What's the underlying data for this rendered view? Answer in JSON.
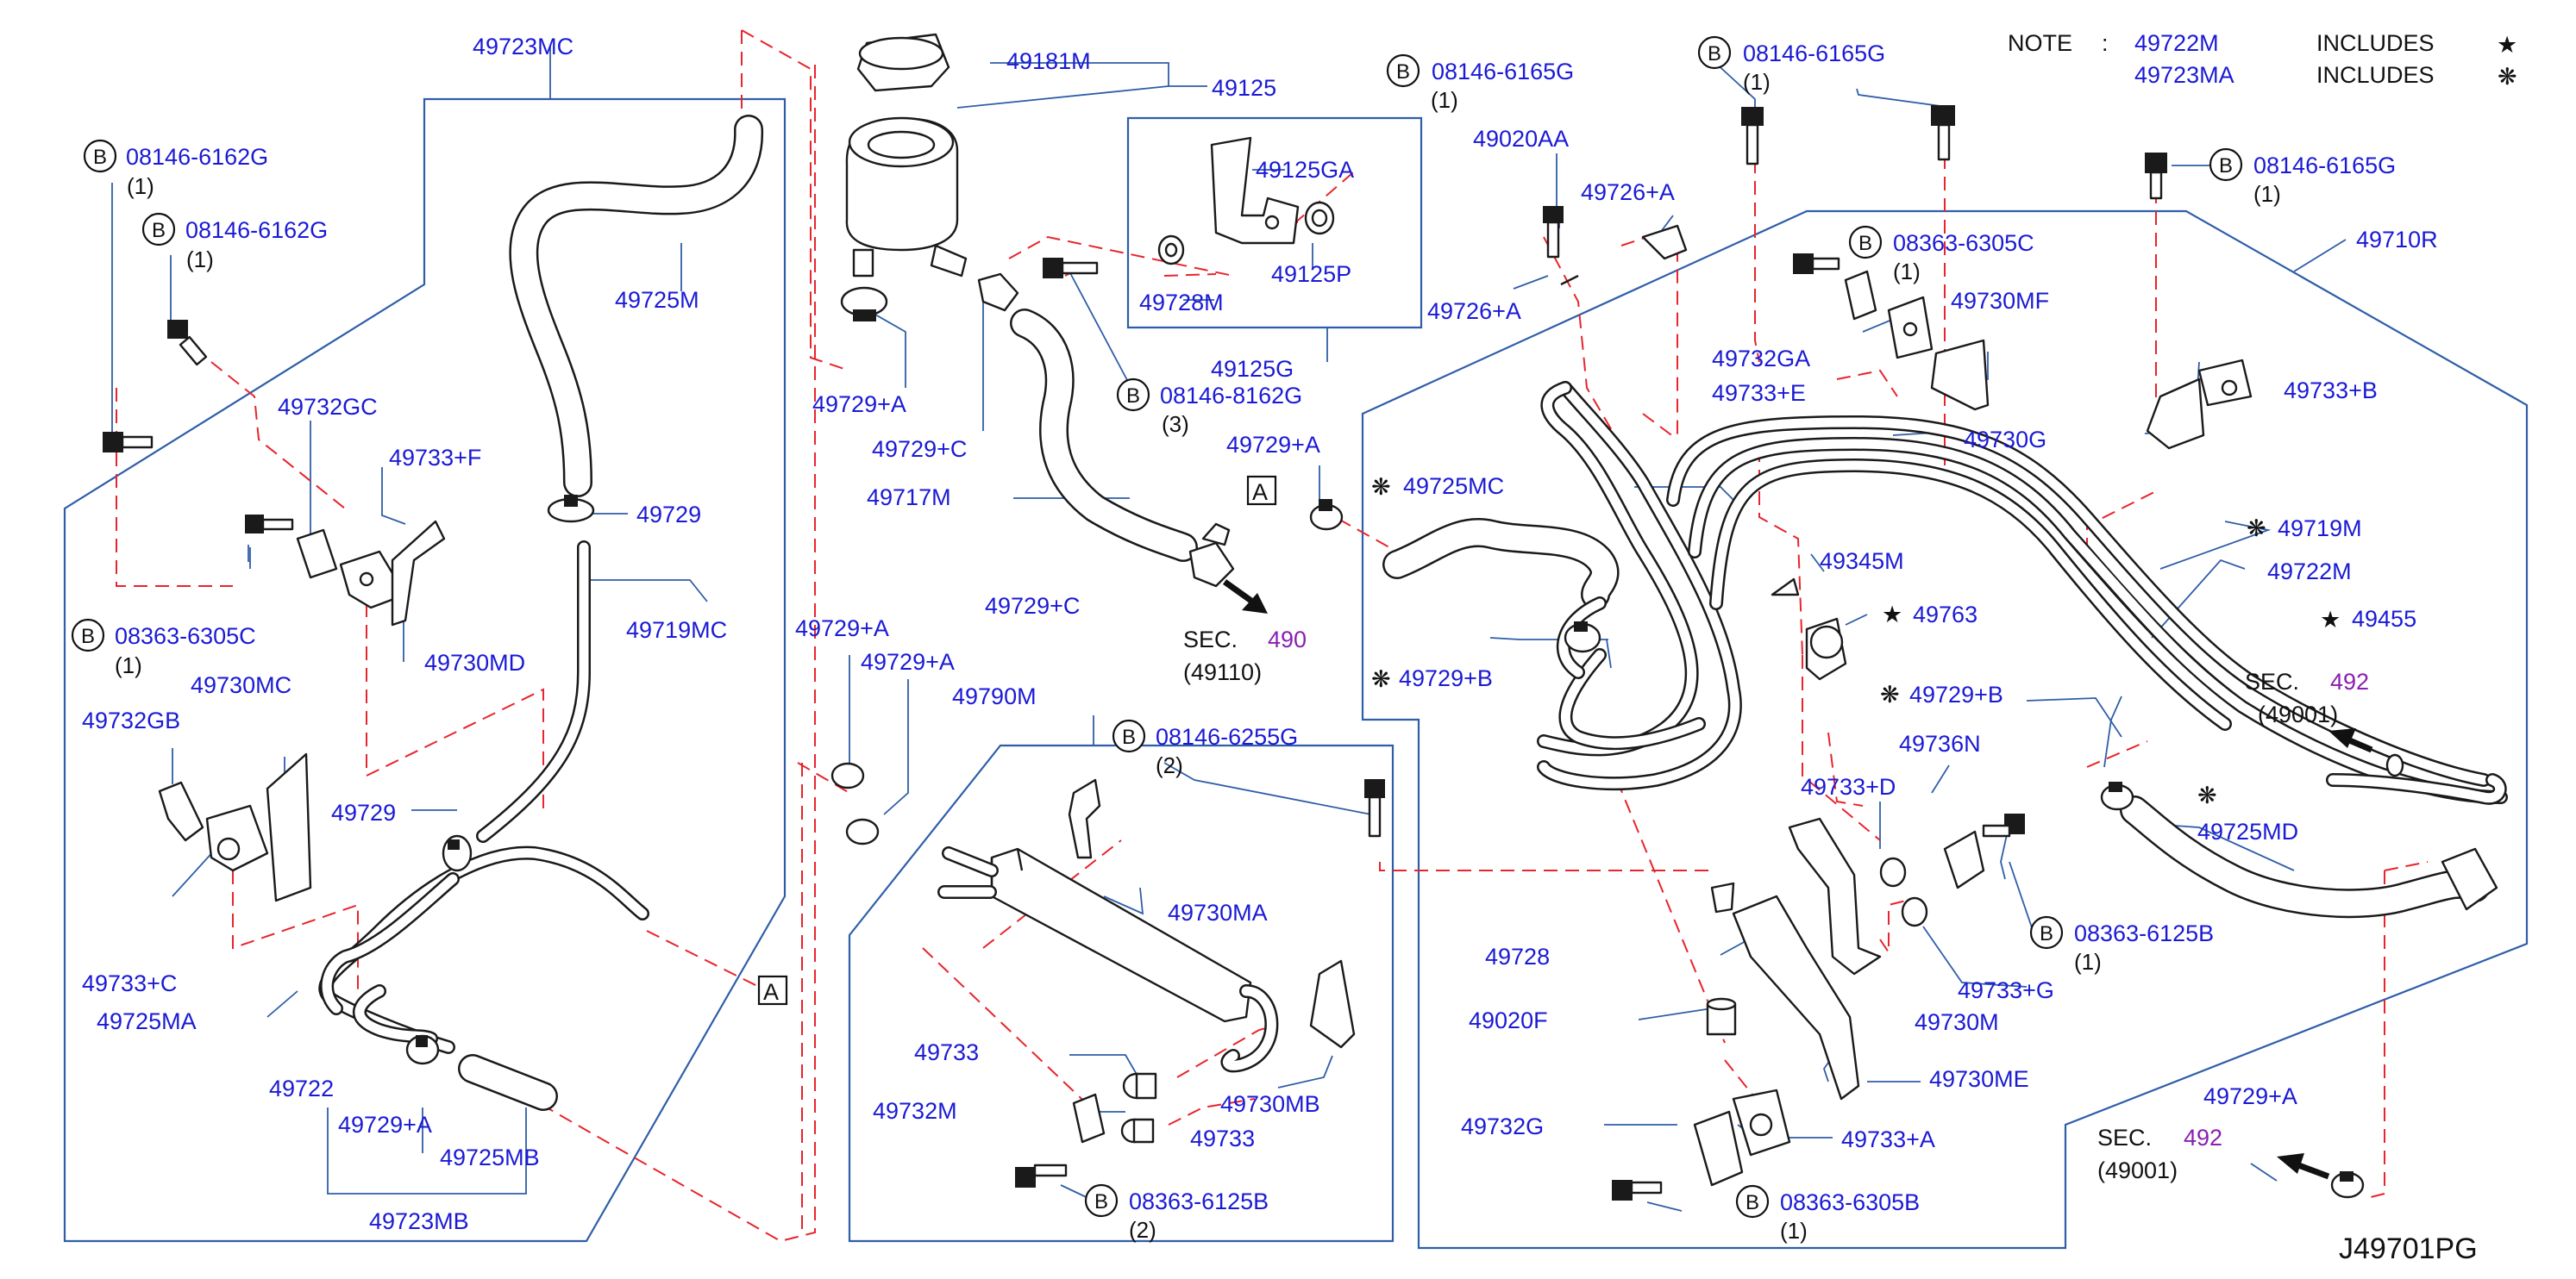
{
  "note": {
    "label": "NOTE",
    "colon": ":",
    "line1_part": "49722M",
    "line1_text": "INCLUDES",
    "line1_symbol": "★",
    "line2_part": "49723MA",
    "line2_text": "INCLUDES",
    "line2_symbol": "❋"
  },
  "symbols": {
    "bolt_prefix": "B",
    "star": "★",
    "asterism": "❋",
    "view_ref": "A"
  },
  "labels": {
    "49723MC": "49723MC",
    "49725M": "49725M",
    "49729_left": "49729",
    "49719MC": "49719MC",
    "49732GC": "49732GC",
    "49733F": "49733+F",
    "49730MD": "49730MD",
    "49730MC": "49730MC",
    "49732GB": "49732GB",
    "49729_mid": "49729",
    "49733C": "49733+C",
    "49725MA": "49725MA",
    "49722": "49722",
    "49729A_lower": "49729+A",
    "49725MB": "49725MB",
    "49723MB": "49723MB",
    "49181M": "49181M",
    "49125": "49125",
    "49125GA": "49125GA",
    "49125P": "49125P",
    "49728M": "49728M",
    "49125G": "49125G",
    "49729A_res": "49729+A",
    "49729C_res": "49729+C",
    "49717M": "49717M",
    "49729C_low": "49729+C",
    "49729A_mid": "49729+A",
    "49729A_c1": "49729+A",
    "49729A_c2": "49729+A",
    "49790M": "49790M",
    "49730MA": "49730MA",
    "49733_a": "49733",
    "49732M": "49732M",
    "49733_b": "49733",
    "49730MB": "49730MB",
    "49020AA": "49020AA",
    "49726A_top": "49726+A",
    "49726A_bot": "49726+A",
    "49732GA": "49732GA",
    "49733E": "49733+E",
    "49730MF": "49730MF",
    "49730G": "49730G",
    "49733B": "49733+B",
    "49710R": "49710R",
    "49725MC": "49725MC",
    "49729B_left": "49729+B",
    "49345M": "49345M",
    "49763": "49763",
    "49719M": "49719M",
    "49722M": "49722M",
    "49455": "49455",
    "49729B_right": "49729+B",
    "49736N": "49736N",
    "49733D": "49733+D",
    "49725MD": "49725MD",
    "49733G": "49733+G",
    "49728": "49728",
    "49020F": "49020F",
    "49730M": "49730M",
    "49730ME": "49730ME",
    "49732G": "49732G",
    "49733A": "49733+A",
    "49729A_br": "49729+A"
  },
  "bolts": {
    "b1": {
      "code": "08146-6162G",
      "qty": "(1)"
    },
    "b2": {
      "code": "08146-6162G",
      "qty": "(1)"
    },
    "b3": {
      "code": "08363-6305C",
      "qty": "(1)"
    },
    "b4": {
      "code": "08146-8162G",
      "qty": "(3)"
    },
    "b5": {
      "code": "08146-6255G",
      "qty": "(2)"
    },
    "b6": {
      "code": "08363-6125B",
      "qty": "(2)"
    },
    "b7": {
      "code": "08146-6165G",
      "qty": "(1)"
    },
    "b8": {
      "code": "08146-6165G",
      "qty": "(1)"
    },
    "b9": {
      "code": "08146-6165G",
      "qty": "(1)"
    },
    "b10": {
      "code": "08363-6305C",
      "qty": "(1)"
    },
    "b11": {
      "code": "08363-6125B",
      "qty": "(1)"
    },
    "b12": {
      "code": "08363-6305B",
      "qty": "(1)"
    }
  },
  "sections": {
    "s1": {
      "label": "SEC.",
      "num": "490",
      "code": "(49110)"
    },
    "s2": {
      "label": "SEC.",
      "num": "492",
      "code": "(49001)"
    },
    "s3": {
      "label": "SEC.",
      "num": "492",
      "code": "(49001)"
    }
  },
  "drawing_number": "J49701PG",
  "colors": {
    "label": "#1a1ad6",
    "frame": "#2f5ea8",
    "dashed": "#e8242c",
    "section_number": "#8a1fb0"
  }
}
